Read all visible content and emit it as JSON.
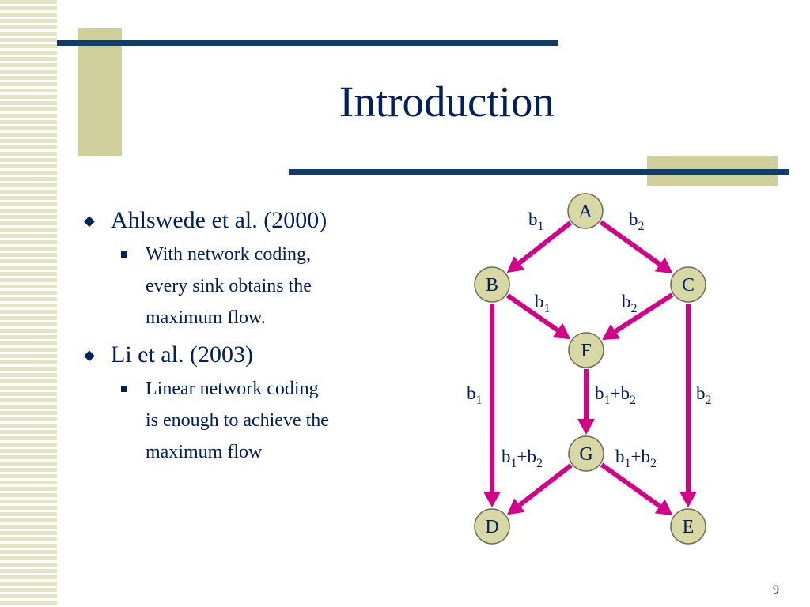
{
  "slide": {
    "title": "Introduction",
    "page_number": "9",
    "bullets": [
      {
        "text": "Ahlswede et al. (2000)",
        "sub": [
          "With network coding,",
          "every sink obtains the",
          "maximum flow."
        ]
      },
      {
        "text": "Li et al. (2003)",
        "sub": [
          "Linear network coding",
          "is enough to achieve the",
          "maximum flow"
        ]
      }
    ]
  },
  "diagram": {
    "edge_color": "#d4008a",
    "nodes": [
      {
        "id": "A",
        "label": "A"
      },
      {
        "id": "B",
        "label": "B"
      },
      {
        "id": "C",
        "label": "C"
      },
      {
        "id": "F",
        "label": "F"
      },
      {
        "id": "G",
        "label": "G"
      },
      {
        "id": "D",
        "label": "D"
      },
      {
        "id": "E",
        "label": "E"
      }
    ],
    "edges": [
      {
        "from": "A",
        "to": "B",
        "label": {
          "base": "b",
          "sub": "1"
        }
      },
      {
        "from": "A",
        "to": "C",
        "label": {
          "base": "b",
          "sub": "2"
        }
      },
      {
        "from": "B",
        "to": "F",
        "label": {
          "base": "b",
          "sub": "1"
        }
      },
      {
        "from": "C",
        "to": "F",
        "label": {
          "base": "b",
          "sub": "2"
        }
      },
      {
        "from": "B",
        "to": "D",
        "label": {
          "base": "b",
          "sub": "1"
        }
      },
      {
        "from": "C",
        "to": "E",
        "label": {
          "base": "b",
          "sub": "2"
        }
      },
      {
        "from": "F",
        "to": "G",
        "label": {
          "base": "b",
          "sub": "1",
          "plus": "+b",
          "sub2": "2"
        }
      },
      {
        "from": "G",
        "to": "D",
        "label": {
          "base": "b",
          "sub": "1",
          "plus": "+b",
          "sub2": "2"
        }
      },
      {
        "from": "G",
        "to": "E",
        "label": {
          "base": "b",
          "sub": "1",
          "plus": "+b",
          "sub2": "2"
        }
      }
    ]
  }
}
